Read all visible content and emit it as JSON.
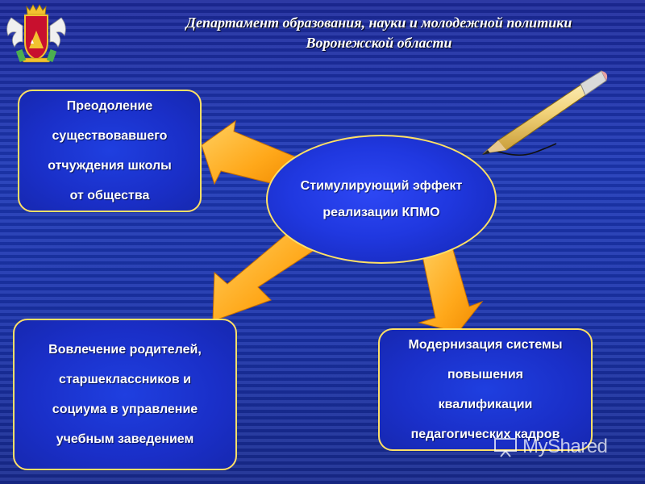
{
  "header": {
    "line1": "Департамент образования, науки и молодежной политики",
    "line2": "Воронежской области"
  },
  "center": {
    "line1": "Стимулирующий эффект",
    "line2": "реализации КПМО"
  },
  "boxes": {
    "top_left": {
      "lines": [
        "Преодоление",
        "существовавшего",
        "отчуждения школы",
        "от общества"
      ]
    },
    "bottom_left": {
      "lines": [
        "Вовлечение родителей,",
        "старшеклассников и",
        "социума в управление",
        "учебным заведением"
      ]
    },
    "bottom_right": {
      "lines": [
        "Модернизация системы",
        "повышения",
        "квалификации",
        "педагогических кадров"
      ]
    }
  },
  "watermark": {
    "text": "MyShared"
  },
  "colors": {
    "background": "#1d38b7",
    "box_border": "#ffe066",
    "arrow_fill": "#ffb020",
    "text": "#ffffff"
  },
  "icons": [
    "voronezh-coat-of-arms-icon",
    "pencil-icon",
    "presentation-board-icon"
  ]
}
